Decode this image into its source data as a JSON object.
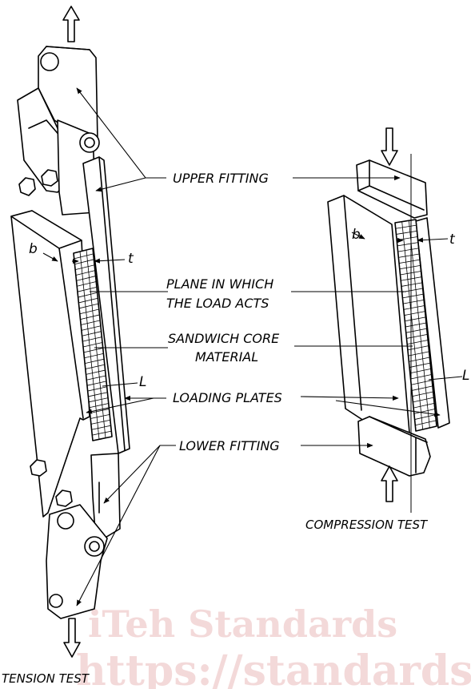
{
  "labels": {
    "upper_fitting": "UPPER FITTING",
    "plane_line1": "PLANE IN WHICH",
    "plane_line2": "THE LOAD ACTS",
    "core_line1": "SANDWICH CORE",
    "core_line2": "MATERIAL",
    "loading_plates": "LOADING PLATES",
    "lower_fitting": "LOWER FITTING"
  },
  "dimensions": {
    "b_tension": "b",
    "t_tension": "t",
    "L_tension": "L",
    "b_compression": "b",
    "t_compression": "t",
    "L_compression": "L"
  },
  "captions": {
    "compression": "COMPRESSION TEST",
    "tension": "TENSION TEST"
  },
  "watermark": {
    "line1": "iTeh Standards",
    "line2": "https://standards.iteh.ai",
    "color": "#f3d9d9"
  }
}
